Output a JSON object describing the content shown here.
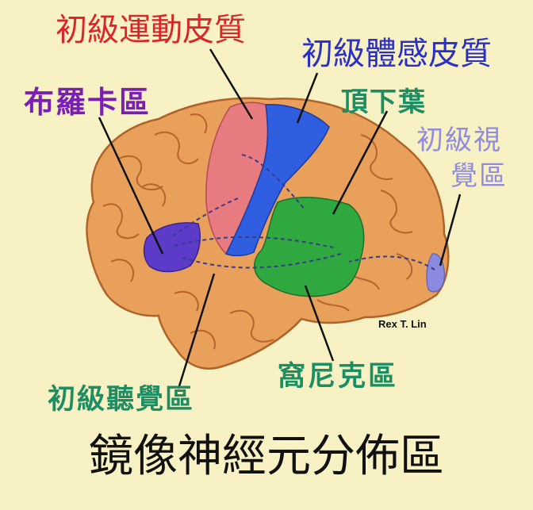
{
  "labels": {
    "primary_motor_cortex": "初級運動皮質",
    "primary_somatosensory_cortex": "初級體感皮質",
    "broca_area": "布羅卡區",
    "inferior_parietal_lobe": "頂下葉",
    "primary_visual_cortex_line1": "初級視",
    "primary_visual_cortex_line2": "覺區",
    "wernicke_area": "窩尼克區",
    "primary_auditory_cortex": "初級聽覺區"
  },
  "credit": "Rex T. Lin",
  "title": "鏡像神經元分佈區",
  "colors": {
    "background": "#f8f1c4",
    "cortex": "#e8a05a",
    "motor": "#e77b80",
    "somatosensory": "#2f5fe0",
    "broca": "#5b3bc8",
    "parietal_wernicke": "#2fa83f",
    "visual": "#8a8ae0"
  }
}
